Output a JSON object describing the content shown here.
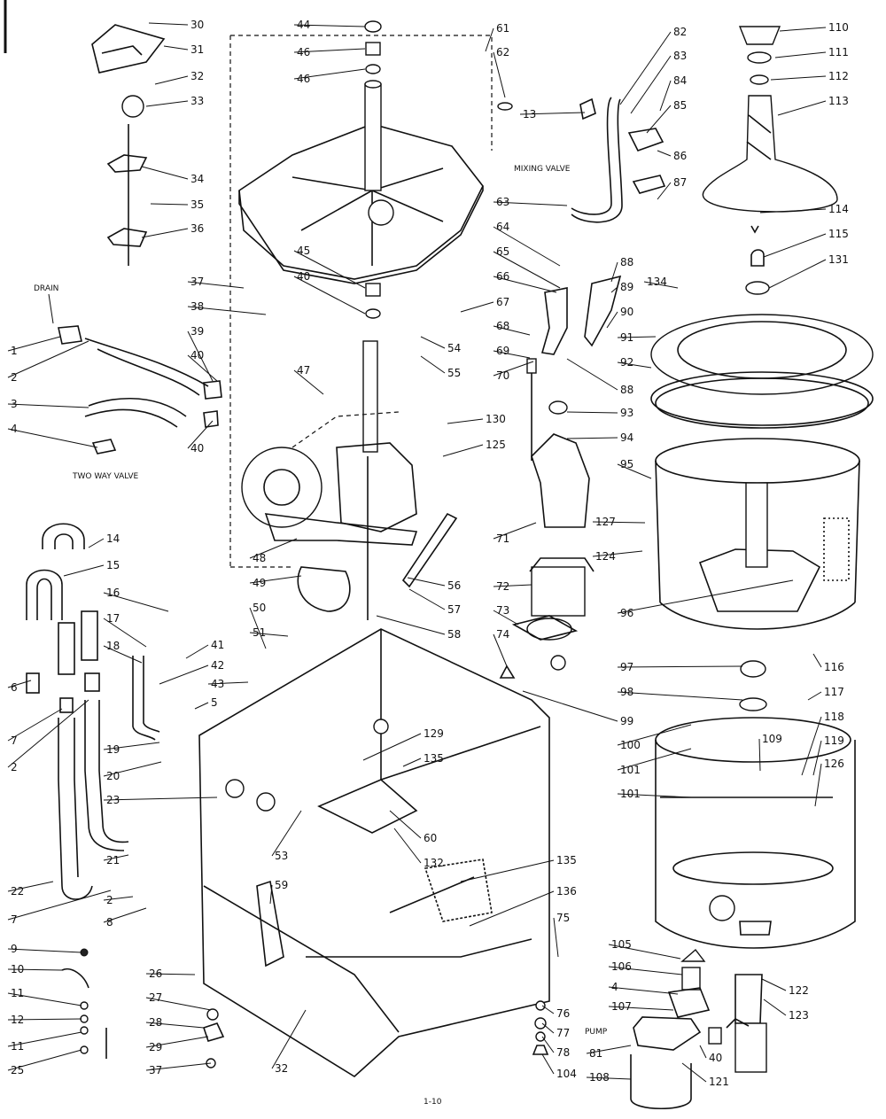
{
  "notes": {
    "drain": "DRAIN",
    "two_way_valve": "TWO WAY VALVE",
    "mixing_valve": "MIXING VALVE",
    "pump": "PUMP",
    "footer": "1-10"
  },
  "callouts": [
    "30",
    "31",
    "32",
    "33",
    "34",
    "35",
    "36",
    "37",
    "38",
    "39",
    "40",
    "40",
    "1",
    "2",
    "3",
    "4",
    "44",
    "46",
    "46",
    "45",
    "40",
    "47",
    "48",
    "49",
    "50",
    "51",
    "54",
    "55",
    "56",
    "57",
    "58",
    "61",
    "62",
    "63",
    "64",
    "65",
    "66",
    "67",
    "68",
    "69",
    "70",
    "71",
    "72",
    "73",
    "74",
    "82",
    "83",
    "84",
    "85",
    "86",
    "87",
    "88",
    "89",
    "90",
    "88",
    "91",
    "92",
    "93",
    "94",
    "95",
    "96",
    "97",
    "98",
    "99",
    "100",
    "101",
    "101",
    "109",
    "116",
    "117",
    "118",
    "119",
    "126",
    "127",
    "124",
    "110",
    "111",
    "112",
    "113",
    "114",
    "115",
    "131",
    "134",
    "130",
    "125",
    "13",
    "14",
    "15",
    "16",
    "17",
    "18",
    "19",
    "20",
    "23",
    "41",
    "42",
    "43",
    "5",
    "6",
    "7",
    "2",
    "21",
    "22",
    "7",
    "2",
    "8",
    "9",
    "10",
    "11",
    "12",
    "11",
    "25",
    "26",
    "27",
    "28",
    "29",
    "37",
    "32",
    "53",
    "59",
    "60",
    "132",
    "129",
    "135",
    "135",
    "136",
    "75",
    "76",
    "77",
    "78",
    "104",
    "105",
    "106",
    "4",
    "107",
    "81",
    "108",
    "40",
    "121",
    "122",
    "123"
  ]
}
